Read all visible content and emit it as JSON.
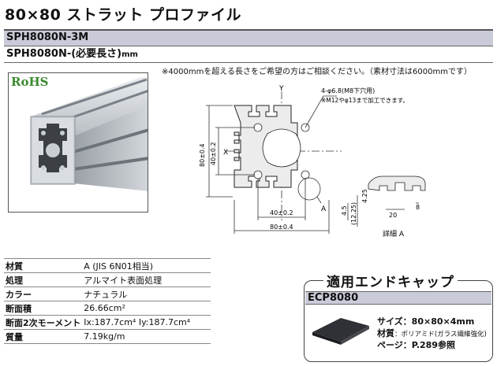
{
  "title": "80×80 ストラット プロファイル",
  "part_codes": {
    "main": "SPH8080N-3M",
    "custom_prefix": "SPH8080N-(必要長さ)",
    "custom_unit": "mm"
  },
  "note": "※4000mmを超える長さをご希望の方はご相談ください。（素材寸法は6000mmです）",
  "rohs": "RoHS",
  "drawing": {
    "axis_x": "X",
    "axis_y": "Y",
    "hole_label": "4-φ6.8(M8下穴用)",
    "hole_note": "※M12やφ13まで加工できます。",
    "dim_inner_h": "40±0.2",
    "dim_outer_h": "80±0.4",
    "dim_inner_v": "40±0.2",
    "dim_outer_v": "80±0.4",
    "detail_marker": "A",
    "detail": {
      "dim_1": "(12.25)",
      "dim_2": "4.5",
      "dim_3": "4.25",
      "dim_4": "20",
      "dim_5": "8",
      "label": "詳細 A"
    }
  },
  "specs": [
    {
      "label": "材質",
      "value": "A (JIS 6N01相当)"
    },
    {
      "label": "処理",
      "value": "アルマイト表面処理"
    },
    {
      "label": "カラー",
      "value": "ナチュラル"
    },
    {
      "label": "断面積",
      "value": "26.66cm²"
    },
    {
      "label": "断面2次モーメント",
      "value": "Ix:187.7cm⁴ Iy:187.7cm⁴"
    },
    {
      "label": "質量",
      "value": "7.19kg/m"
    }
  ],
  "endcap": {
    "heading": "適用エンドキャップ",
    "part": "ECP8080",
    "size_label": "サイズ",
    "size_value": "：80×80×4mm",
    "material_label": "材質",
    "material_value": "：ポリアミド(ガラス繊維強化)",
    "page_label": "ページ",
    "page_value": "：P.289参照"
  },
  "colors": {
    "band_fill": "#c9cbd9",
    "rohs_green": "#3a8a2e",
    "profile_fill": "#e6e6e6"
  }
}
